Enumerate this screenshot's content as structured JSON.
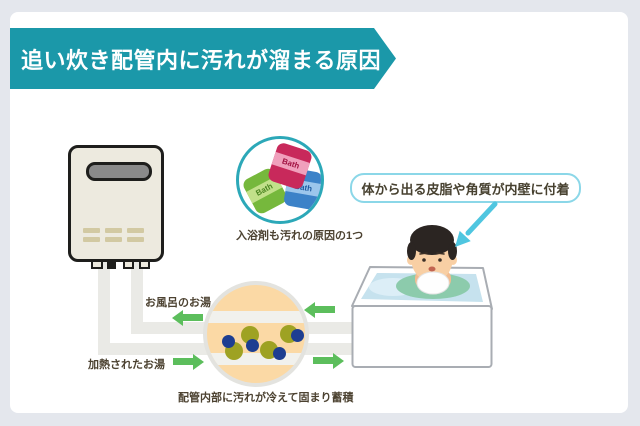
{
  "header": {
    "title": "追い炊き配管内に汚れが溜まる原因"
  },
  "annotations": {
    "bath_additive_caption": "入浴剤も汚れの原因の1つ",
    "sebum_label": "体から出る皮脂や角質が内壁に付着",
    "pipe_caption": "配管内部に汚れが冷えて固まり蓄積"
  },
  "pipes": {
    "return_label": "お風呂のお湯",
    "supply_label": "加熱されたお湯"
  },
  "bath_packets": {
    "label": "Bath"
  },
  "colors": {
    "header_teal": "#1B98A9",
    "page_bg": "#E4E7ED",
    "panel_bg": "#FFFFFF",
    "text_brown": "#4C4231",
    "green_arrow": "#5CBE5C",
    "cyan_arrow": "#4FC6E0",
    "label_border": "#8BD7E8",
    "bath_circle_border": "#2CA8B8",
    "pipe_gray": "#EAEAE6",
    "pipe_interior_peach": "#FBD9A5",
    "dirt_olive": "#9EA223",
    "dirt_navy": "#1D3E91"
  }
}
